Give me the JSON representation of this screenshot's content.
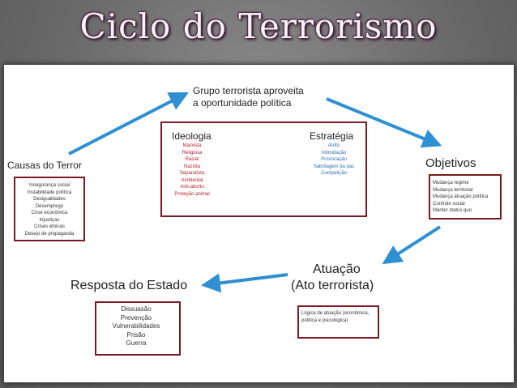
{
  "title": "Ciclo do Terrorismo",
  "grupo": {
    "line1": "Grupo terrorista aproveita",
    "line2": "a oportunidade política"
  },
  "causas": {
    "heading": "Causas do Terror",
    "items": [
      "Insegurança social",
      "Instabilidade política",
      "Desigualdades",
      "Desemprego",
      "Crise econômica",
      "Injustiças",
      "Crises étnicas",
      "Desejo de propaganda"
    ]
  },
  "ideologia": {
    "heading": "Ideologia",
    "items": [
      "Marxista",
      "Religiosa",
      "Racial",
      "Nazista",
      "Separatista",
      "Ambiental",
      "Anti-aborto",
      "Proteção animal"
    ]
  },
  "estrategia": {
    "heading": "Estratégia",
    "items": [
      "Atrito",
      "Intimidação",
      "Provocação",
      "Sabotagem da paz",
      "Competição"
    ]
  },
  "objetivos": {
    "heading": "Objetivos",
    "items": [
      "Mudança regime",
      "Mudança territorial",
      "Mudança atuação política",
      "Controle social",
      "Manter status quo"
    ]
  },
  "atuacao": {
    "line1": "Atuação",
    "line2": "(Ato terrorista)",
    "box_text": "Lógica de atuação (econômica, política e psicológica)"
  },
  "resposta": {
    "heading": "Resposta do Estado",
    "items": [
      "Dissuasão",
      "Prevenção",
      "Vulnerabilidades",
      "Prisão",
      "Guerra"
    ]
  },
  "colors": {
    "arrow": "#2e8fd1",
    "box_border": "#7a1a22",
    "ideologia_text": "#b51e26",
    "estrategia_text": "#2a6fb5"
  },
  "arrow_icon": "arrow-icon"
}
